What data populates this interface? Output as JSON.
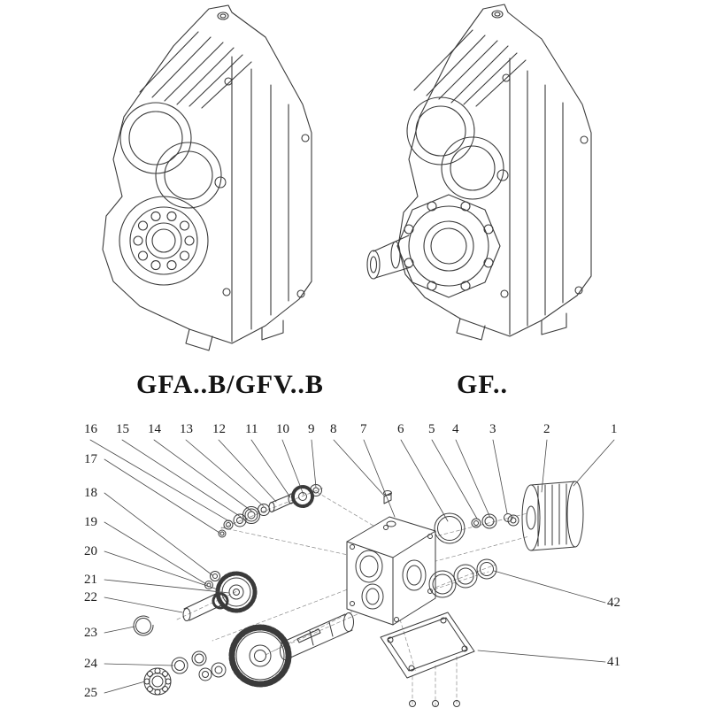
{
  "models": [
    {
      "label": "GFA..B/GFV..B"
    },
    {
      "label": "GF.."
    }
  ],
  "exploded_view": {
    "callouts_top": [
      "16",
      "15",
      "14",
      "13",
      "12",
      "11",
      "10",
      "9",
      "8",
      "7",
      "6",
      "5",
      "4",
      "3",
      "2",
      "1"
    ],
    "callouts_left": [
      "17",
      "18",
      "19",
      "20",
      "21",
      "22",
      "23",
      "24",
      "25"
    ],
    "callouts_right": [
      "42",
      "41"
    ]
  }
}
